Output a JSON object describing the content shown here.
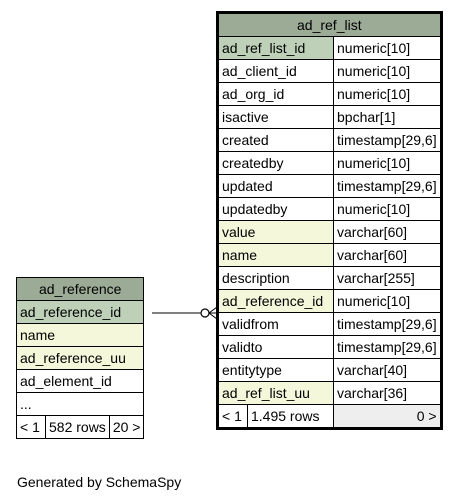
{
  "ad_reference": {
    "name": "ad_reference",
    "rows": [
      {
        "col": "ad_reference_id",
        "kind": "pk"
      },
      {
        "col": "name",
        "kind": "idx"
      },
      {
        "col": "ad_reference_uu",
        "kind": "idx"
      },
      {
        "col": "ad_element_id",
        "kind": "plain"
      },
      {
        "col": "...",
        "kind": "plain"
      }
    ],
    "footer": {
      "left": "< 1",
      "mid": "582 rows",
      "right": "20 >"
    }
  },
  "ad_ref_list": {
    "name": "ad_ref_list",
    "rows": [
      {
        "col": "ad_ref_list_id",
        "type": "numeric[10]",
        "kind": "pk"
      },
      {
        "col": "ad_client_id",
        "type": "numeric[10]",
        "kind": "plain"
      },
      {
        "col": "ad_org_id",
        "type": "numeric[10]",
        "kind": "plain"
      },
      {
        "col": "isactive",
        "type": "bpchar[1]",
        "kind": "plain"
      },
      {
        "col": "created",
        "type": "timestamp[29,6]",
        "kind": "plain"
      },
      {
        "col": "createdby",
        "type": "numeric[10]",
        "kind": "plain"
      },
      {
        "col": "updated",
        "type": "timestamp[29,6]",
        "kind": "plain"
      },
      {
        "col": "updatedby",
        "type": "numeric[10]",
        "kind": "plain"
      },
      {
        "col": "value",
        "type": "varchar[60]",
        "kind": "idx"
      },
      {
        "col": "name",
        "type": "varchar[60]",
        "kind": "idx"
      },
      {
        "col": "description",
        "type": "varchar[255]",
        "kind": "plain"
      },
      {
        "col": "ad_reference_id",
        "type": "numeric[10]",
        "kind": "idx"
      },
      {
        "col": "validfrom",
        "type": "timestamp[29,6]",
        "kind": "plain"
      },
      {
        "col": "validto",
        "type": "timestamp[29,6]",
        "kind": "plain"
      },
      {
        "col": "entitytype",
        "type": "varchar[40]",
        "kind": "plain"
      },
      {
        "col": "ad_ref_list_uu",
        "type": "varchar[36]",
        "kind": "idx"
      }
    ],
    "footer": {
      "left": "< 1",
      "mid": "1.495 rows",
      "right": "0 >"
    }
  },
  "credit": "Generated by SchemaSpy",
  "colors": {
    "header": "#9bab96",
    "primary_key": "#bed1b8",
    "indexed": "#f4f7da",
    "footer_right": "#eeeeee"
  }
}
